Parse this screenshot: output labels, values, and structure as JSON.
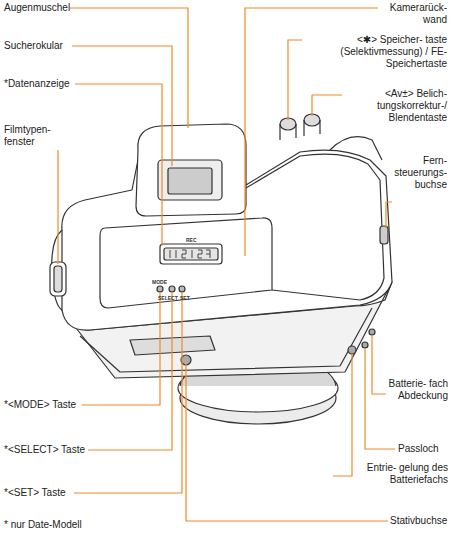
{
  "diagram": {
    "labels": [
      "Augenmuschel",
      "Kamerarück- wand",
      "<✱> Speicher- taste (Selektivmessung) / FE-Speichertaste",
      "Sucherokular",
      "<Av±> Belich- tungskorrektur-/ Blendentaste",
      "*Datenanzeige",
      "Filmtypen- fenster",
      "Fern- steuerungs- buchse",
      "REC",
      "MODE",
      "SELECT",
      "SET",
      "*<MODE> Taste",
      "Batterie- fach Abdeckung",
      "*<SELECT> Taste",
      "Passloch",
      "Entrie- gelung des Batteriefachs",
      "*<SET> Taste",
      "* nur Date-Modell",
      "Stativbuchse"
    ]
  }
}
